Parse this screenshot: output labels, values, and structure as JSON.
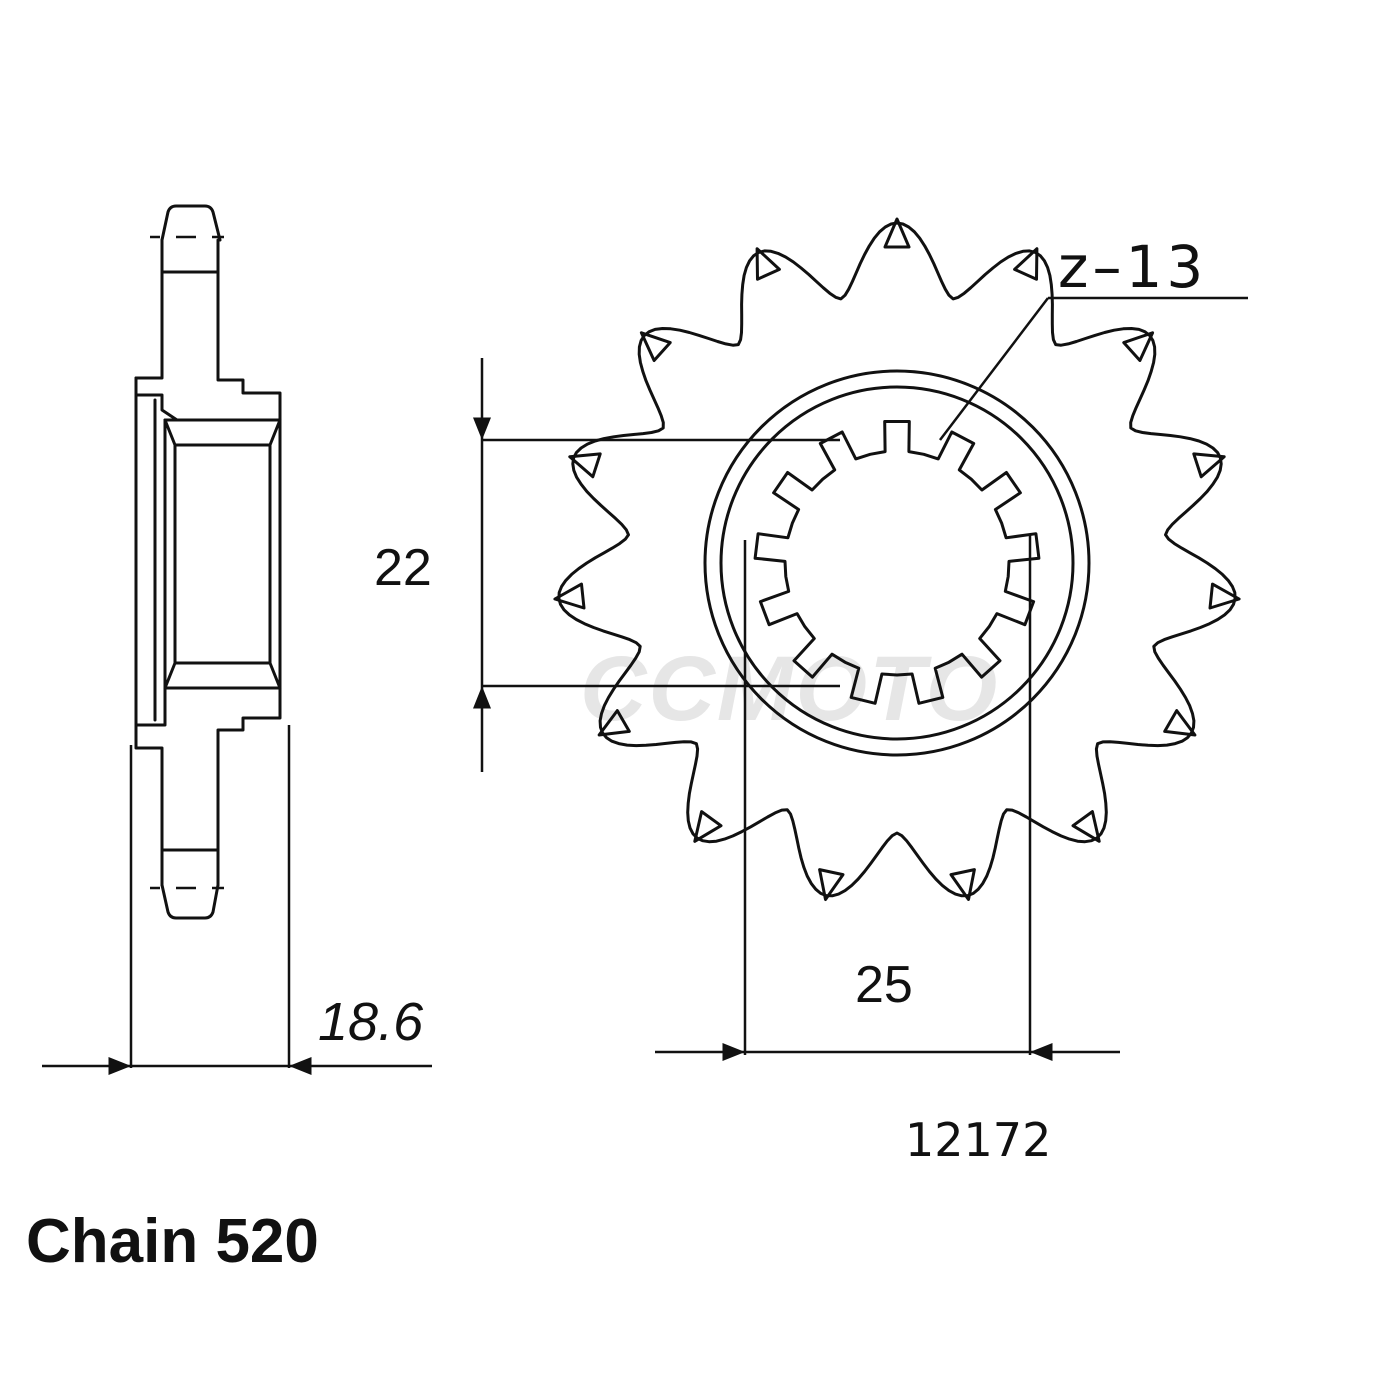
{
  "diagram": {
    "type": "sprocket-technical-drawing",
    "colors": {
      "line": "#111111",
      "background": "#ffffff",
      "watermark": "#e6e6e6"
    },
    "watermark": {
      "text": "CCMOTO"
    },
    "side_view": {
      "title": "side-section-view",
      "dimension_width": {
        "label": "18.6"
      }
    },
    "front_view": {
      "sprocket_teeth": 15,
      "spline_teeth": 13,
      "tooth_count_label": "z–13",
      "dimension_spline_inner": {
        "label": "22"
      },
      "dimension_spline_outer": {
        "label": "25"
      }
    },
    "part_number": "12172",
    "chain_label": "Chain 520"
  }
}
